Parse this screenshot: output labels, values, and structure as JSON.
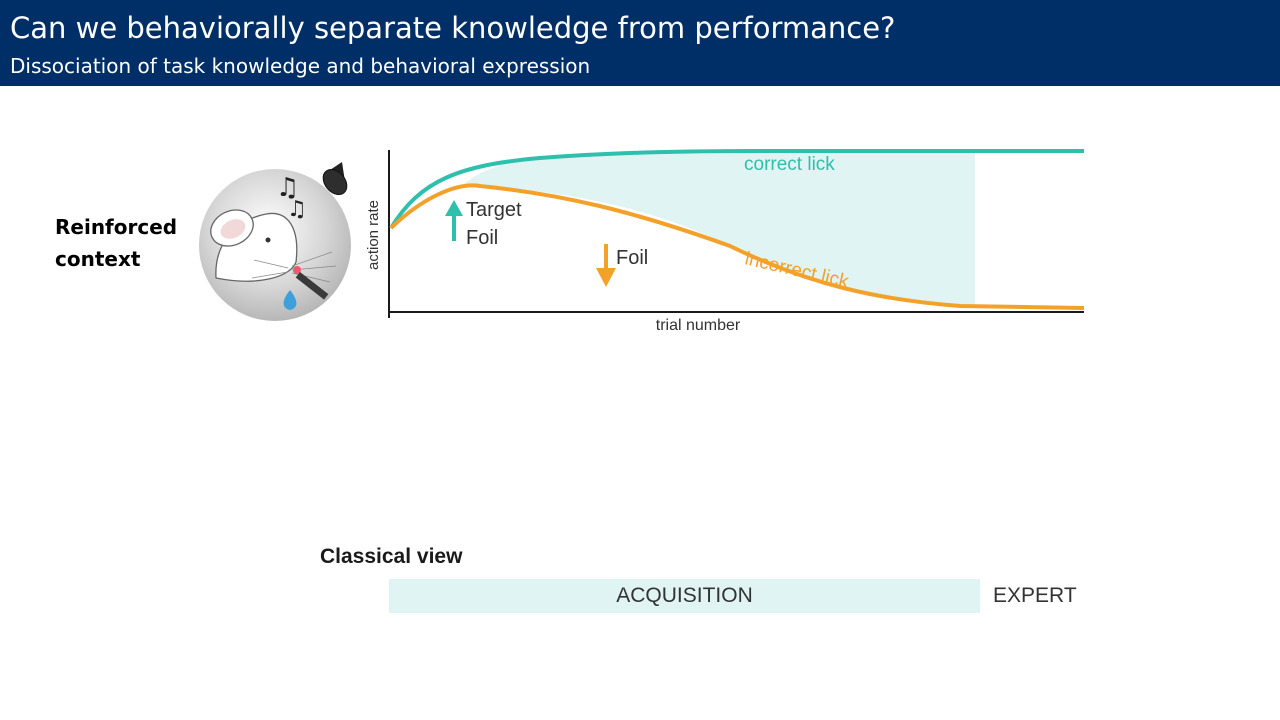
{
  "slide": {
    "title": "Can we behaviorally separate knowledge from performance?",
    "subtitle": "Dissociation of task knowledge and behavioral expression"
  },
  "context": {
    "label": "Reinforced context"
  },
  "plot": {
    "y_axis_label": "action rate",
    "x_axis_label": "trial number",
    "correct_label": "correct lick",
    "incorrect_label": "incorrect lick",
    "target_label": "Target",
    "foil_up_label": "Foil",
    "foil_down_label": "Foil"
  },
  "classical_view": {
    "heading": "Classical view",
    "acquisition_label": "ACQUISITION",
    "expert_label": "EXPERT"
  },
  "colors": {
    "header_bg": "#002e66",
    "correct_teal": "#2ebfad",
    "incorrect_orange": "#f4a12a",
    "shade": "#dff4f3"
  },
  "icons": [
    "mouse-icon",
    "speaker-icon",
    "music-notes-icon",
    "water-drop-icon",
    "lick-spout-icon"
  ]
}
